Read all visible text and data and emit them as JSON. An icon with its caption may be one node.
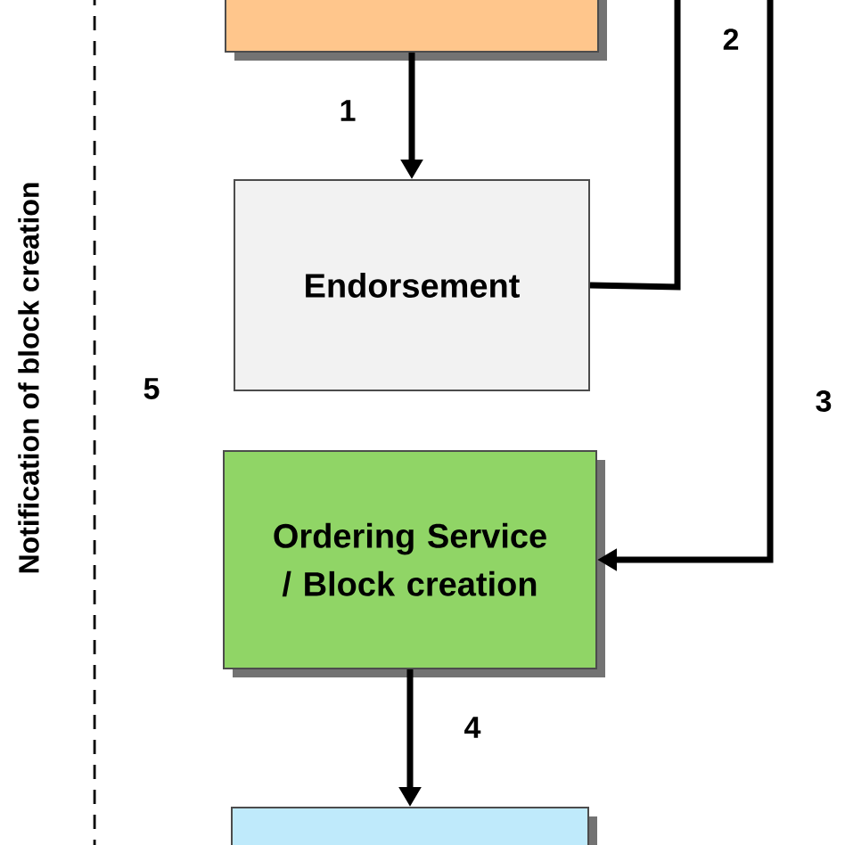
{
  "diagram": {
    "nodes": [
      {
        "text": [],
        "shape": "box"
      },
      {
        "text": [
          "Endorsement"
        ]
      },
      {
        "text": [
          "Ordering Service / Block creation"
        ]
      },
      {
        "text": [],
        "shape": "box"
      }
    ],
    "edges": [
      {
        "from": 0,
        "to": 1,
        "arrow": "to",
        "label": "1"
      },
      {
        "from": 1,
        "to": null,
        "arrow": "none",
        "label": "2"
      },
      {
        "from": null,
        "to": 2,
        "arrow": "to",
        "label": "3"
      },
      {
        "from": 2,
        "to": 3,
        "arrow": "to",
        "label": "4"
      }
    ],
    "labels": [
      "Notification of block creation",
      "5"
    ]
  }
}
